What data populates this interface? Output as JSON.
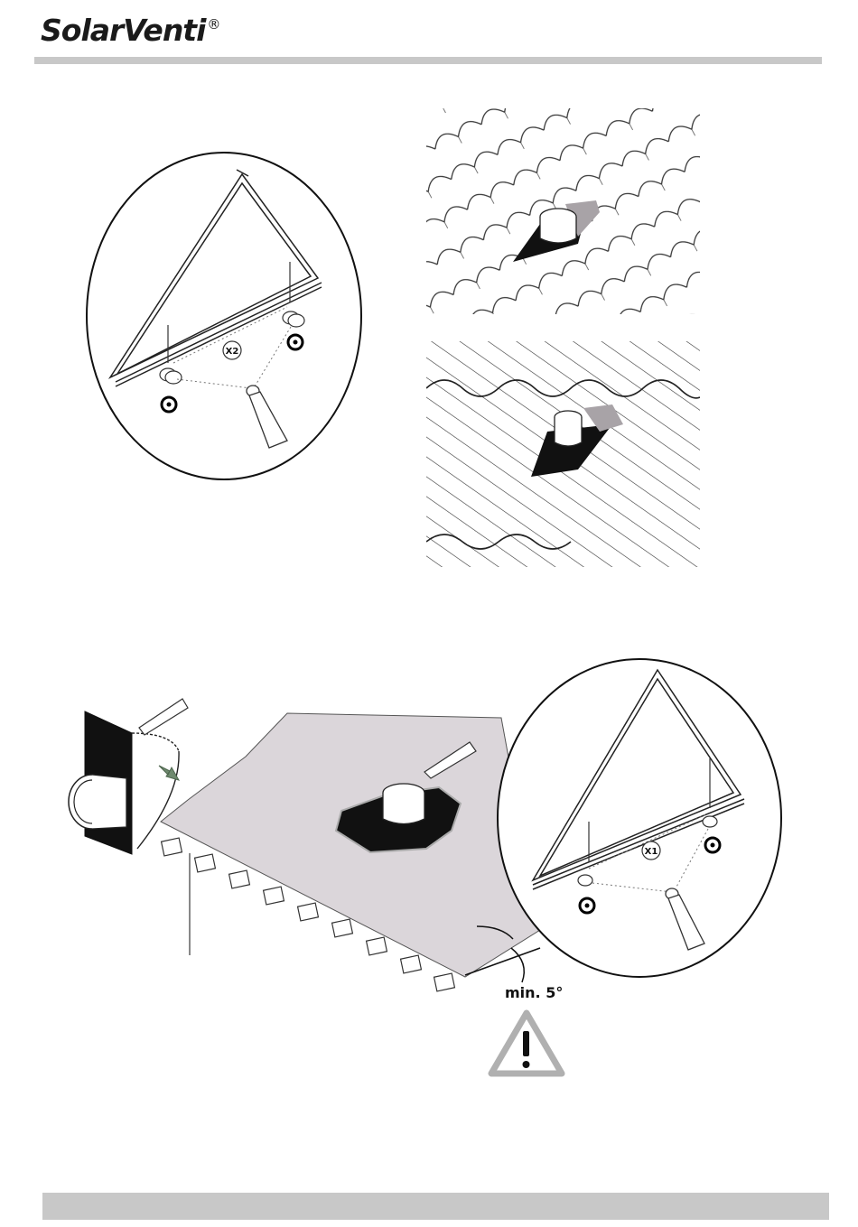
{
  "header": {
    "brand": "SolarVenti",
    "brand_mark": "®"
  },
  "top_detail": {
    "multiplier": "X2"
  },
  "bottom_detail": {
    "multiplier": "X1"
  },
  "roof": {
    "min_angle": "min. 5°"
  },
  "icons": [
    "triangle-bracket-icon",
    "screw-icon",
    "sealant-tube-icon",
    "warning-icon",
    "arrow-icon"
  ],
  "colors": {
    "bar": "#c8c8c8",
    "roof_panel": "#dbd6da",
    "warning": "#b0b0b0",
    "arrow": "#6f8a6f"
  }
}
